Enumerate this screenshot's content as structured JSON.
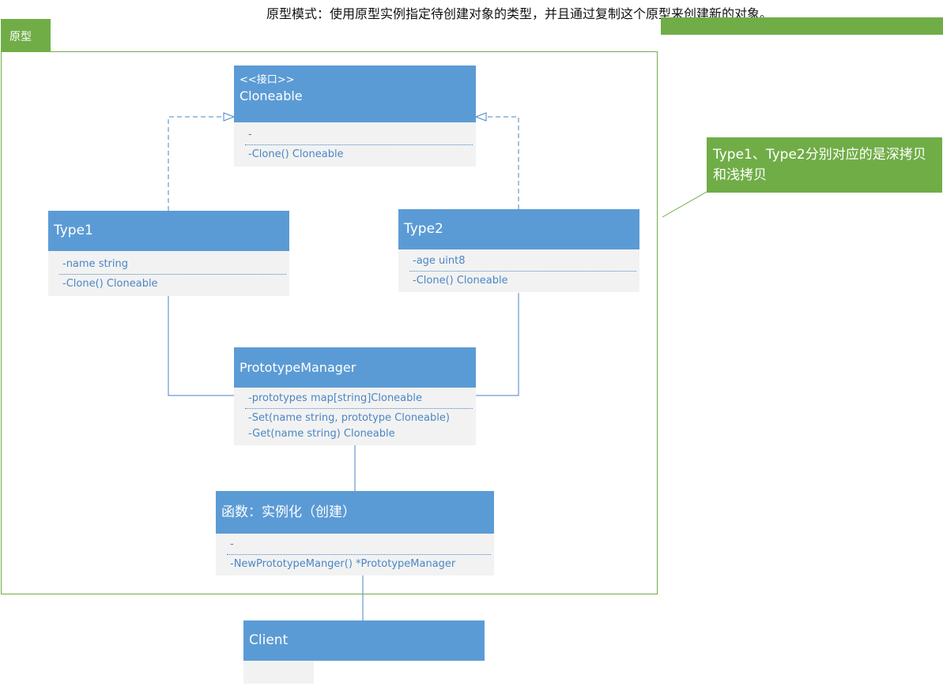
{
  "title": "原型模式：使用原型实例指定待创建对象的类型，并且通过复制这个原型来创建新的对象。",
  "frame_label": "原型",
  "note": "Type1、Type2分别对应的是深拷贝和浅拷贝",
  "classes": {
    "cloneable": {
      "stereotype": "<<接口>>",
      "name": "Cloneable",
      "fields": [
        "-"
      ],
      "methods": [
        "-Clone() Cloneable"
      ]
    },
    "type1": {
      "name": "Type1",
      "fields": [
        "-name string"
      ],
      "methods": [
        "-Clone() Cloneable"
      ]
    },
    "type2": {
      "name": "Type2",
      "fields": [
        "-age uint8"
      ],
      "methods": [
        "-Clone() Cloneable"
      ]
    },
    "manager": {
      "name": "PrototypeManager",
      "fields": [
        "-prototypes map[string]Cloneable"
      ],
      "methods": [
        "-Set(name string, prototype Cloneable)",
        "-Get(name string) Cloneable"
      ]
    },
    "factory": {
      "name": "函数：实例化（创建）",
      "fields": [
        "-"
      ],
      "methods": [
        "-NewPrototypeManger() *PrototypeManager"
      ]
    },
    "client": {
      "name": "Client"
    }
  },
  "colors": {
    "header": "#5b9bd5",
    "body": "#f2f2f2",
    "green": "#70ad47",
    "line": "#4a86c5"
  }
}
